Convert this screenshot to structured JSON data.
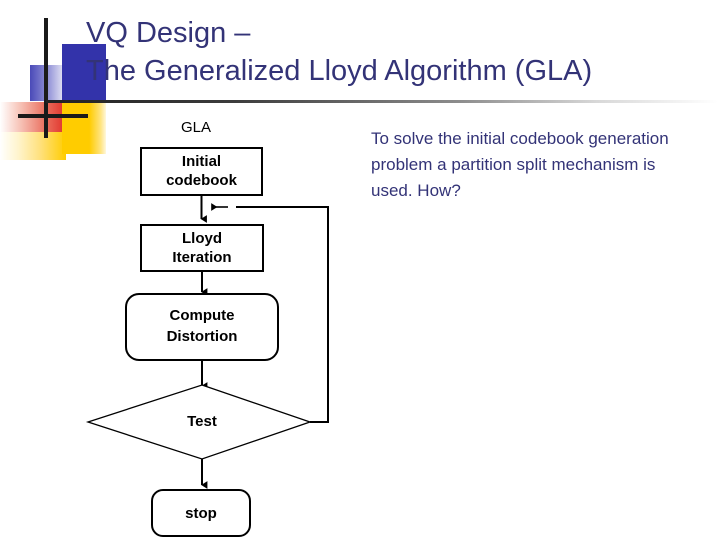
{
  "slide": {
    "title": "VQ Design –\nThe Generalized Lloyd Algorithm (GLA)",
    "body_text": "To solve the initial codebook generation problem a partition split mechanism is used. How?",
    "title_color": "#333377",
    "background_color": "#ffffff"
  },
  "logo": {
    "blue": "#3333aa",
    "yellow": "#ffcc00",
    "red": "#e03028",
    "cross": "#1a1a1a"
  },
  "flowchart": {
    "caption": "GLA",
    "nodes": [
      {
        "id": "initial-codebook",
        "label": "Initial\ncodebook",
        "line1": "Initial",
        "line2": "codebook",
        "shape": "rect"
      },
      {
        "id": "lloyd-iteration",
        "label": "Lloyd\nIteration",
        "line1": "Lloyd",
        "line2": "Iteration",
        "shape": "rect"
      },
      {
        "id": "compute-distortion",
        "label": "Compute\nDistortion",
        "line1": "Compute",
        "line2": "Distortion",
        "shape": "rounded-rect"
      },
      {
        "id": "test",
        "label": "Test",
        "line1": "Test",
        "line2": "",
        "shape": "diamond"
      },
      {
        "id": "stop",
        "label": "stop",
        "line1": "stop",
        "line2": "",
        "shape": "rounded-rect"
      }
    ],
    "edges": [
      {
        "from": "initial-codebook",
        "to": "lloyd-iteration",
        "kind": "down-arrow"
      },
      {
        "from": "lloyd-iteration",
        "to": "compute-distortion",
        "kind": "down-arrow"
      },
      {
        "from": "compute-distortion",
        "to": "test",
        "kind": "down-arrow"
      },
      {
        "from": "test",
        "to": "stop",
        "kind": "down-arrow"
      },
      {
        "from": "test",
        "to": "lloyd-iteration",
        "kind": "feedback-loop-right"
      }
    ]
  }
}
